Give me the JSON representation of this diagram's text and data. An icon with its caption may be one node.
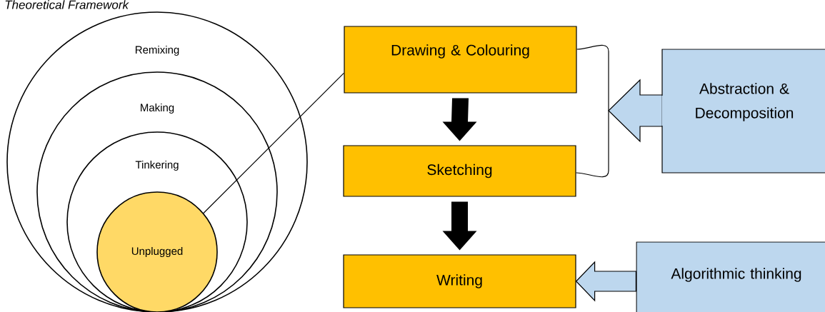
{
  "diagram": {
    "title": "Theoretical Framework",
    "nodes": [
      {
        "text": [
          "Remixing"
        ]
      },
      {
        "text": [
          "Making"
        ],
        "in": 0
      },
      {
        "text": [
          "Tinkering"
        ],
        "in": 1
      },
      {
        "text": [
          "Unplugged"
        ],
        "in": 2
      },
      {
        "text": [
          "Drawing & Colouring"
        ]
      },
      {
        "text": [
          "Sketching"
        ]
      },
      {
        "text": [
          "Writing"
        ]
      },
      {
        "text": [
          "Abstraction & Decomposition"
        ]
      },
      {
        "text": [
          "Algorithmic thinking"
        ]
      }
    ],
    "edges": [
      {
        "from": 3,
        "to": 4,
        "arrow": "none"
      },
      {
        "from": 4,
        "to": 5,
        "arrow": "to",
        "style": "thick"
      },
      {
        "from": 5,
        "to": 6,
        "arrow": "to",
        "style": "thick"
      },
      {
        "from": 7,
        "to": 4,
        "arrow": "none"
      },
      {
        "from": 7,
        "to": 5,
        "arrow": "none"
      },
      {
        "from": 8,
        "to": 6,
        "arrow": "to"
      }
    ]
  }
}
